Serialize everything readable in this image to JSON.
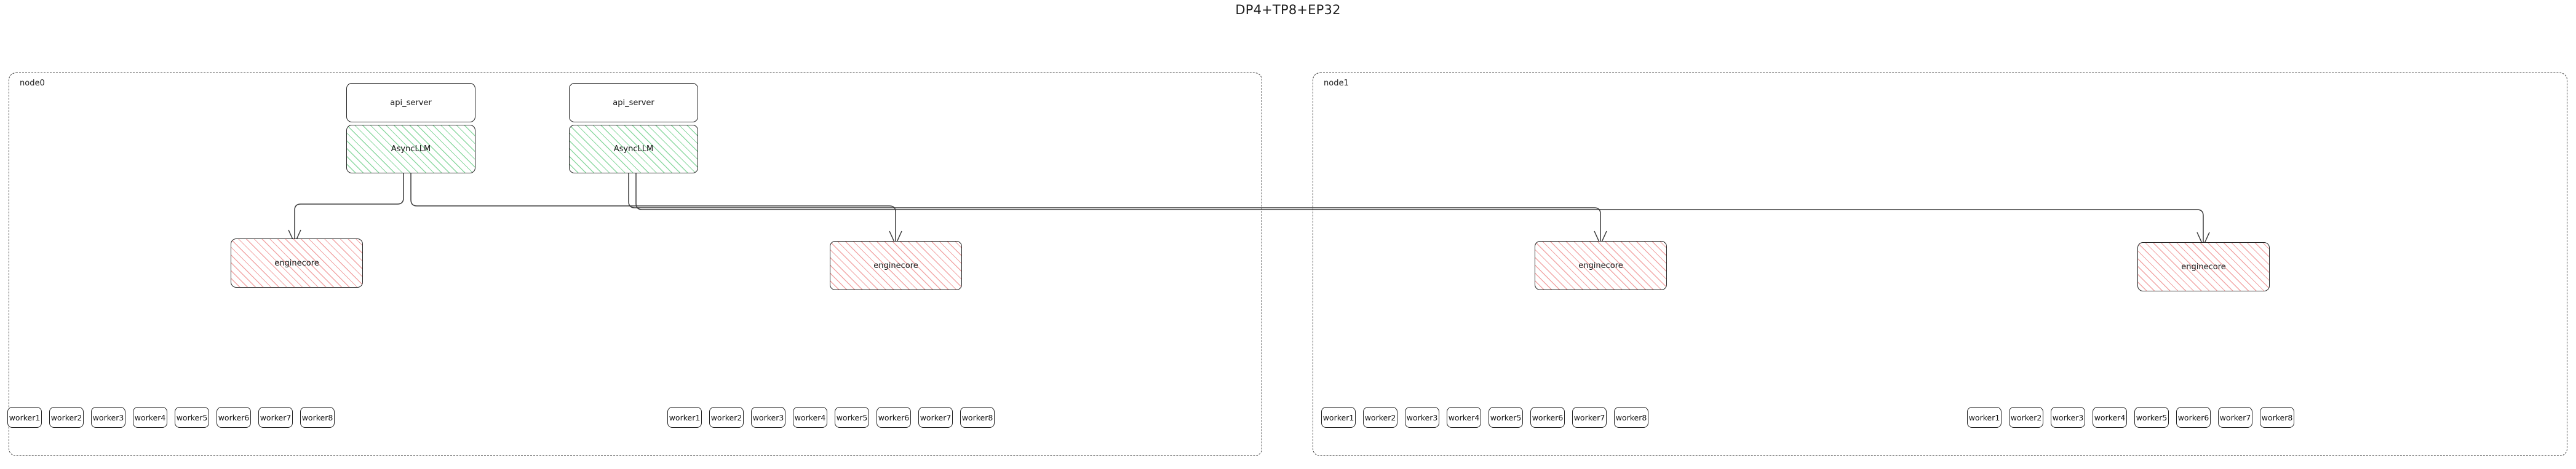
{
  "title": "DP4+TP8+EP32",
  "diagram": {
    "type": "architecture-graph",
    "orientation": "top-down",
    "nodes": [
      {
        "id": "node0",
        "label": "node0",
        "api_servers": [
          {
            "id": "n0-api0",
            "label": "api_server"
          },
          {
            "id": "n0-api1",
            "label": "api_server"
          }
        ],
        "async_llms": [
          {
            "id": "n0-async0",
            "label": "AsyncLLM",
            "fill": "#8ed9a3",
            "pattern": "diagonal-hatch"
          },
          {
            "id": "n0-async1",
            "label": "AsyncLLM",
            "fill": "#8ed9a3",
            "pattern": "diagonal-hatch"
          }
        ],
        "engine_cores": [
          {
            "id": "n0-core0",
            "label": "enginecore",
            "fill": "#f2a7a7",
            "pattern": "diagonal-hatch"
          },
          {
            "id": "n0-core1",
            "label": "enginecore",
            "fill": "#f2a7a7",
            "pattern": "diagonal-hatch"
          }
        ],
        "worker_groups": [
          {
            "id": "n0-wg0",
            "workers": [
              "worker1",
              "worker2",
              "worker3",
              "worker4",
              "worker5",
              "worker6",
              "worker7",
              "worker8"
            ]
          },
          {
            "id": "n0-wg1",
            "workers": [
              "worker1",
              "worker2",
              "worker3",
              "worker4",
              "worker5",
              "worker6",
              "worker7",
              "worker8"
            ]
          }
        ]
      },
      {
        "id": "node1",
        "label": "node1",
        "api_servers": [],
        "async_llms": [],
        "engine_cores": [
          {
            "id": "n1-core0",
            "label": "enginecore",
            "fill": "#f2a7a7",
            "pattern": "diagonal-hatch"
          },
          {
            "id": "n1-core1",
            "label": "enginecore",
            "fill": "#f2a7a7",
            "pattern": "diagonal-hatch"
          }
        ],
        "worker_groups": [
          {
            "id": "n1-wg0",
            "workers": [
              "worker1",
              "worker2",
              "worker3",
              "worker4",
              "worker5",
              "worker6",
              "worker7",
              "worker8"
            ]
          },
          {
            "id": "n1-wg1",
            "workers": [
              "worker1",
              "worker2",
              "worker3",
              "worker4",
              "worker5",
              "worker6",
              "worker7",
              "worker8"
            ]
          }
        ]
      }
    ],
    "edges": [
      {
        "from": "n0-async0",
        "to": "n0-core0",
        "arrow": "open"
      },
      {
        "from": "n0-async0",
        "to": "n0-core1",
        "arrow": "open"
      },
      {
        "from": "n0-async1",
        "to": "n1-core0",
        "arrow": "open"
      },
      {
        "from": "n0-async1",
        "to": "n1-core1",
        "arrow": "open"
      }
    ],
    "colors": {
      "background": "#ffffff",
      "stroke": "#232323",
      "edge": "#3b3b3b",
      "node_border": "#3a3a3a",
      "asyncllm_hatch": "#8ed9a3",
      "enginecore_hatch": "#f2a7a7",
      "text": "#141414"
    }
  }
}
